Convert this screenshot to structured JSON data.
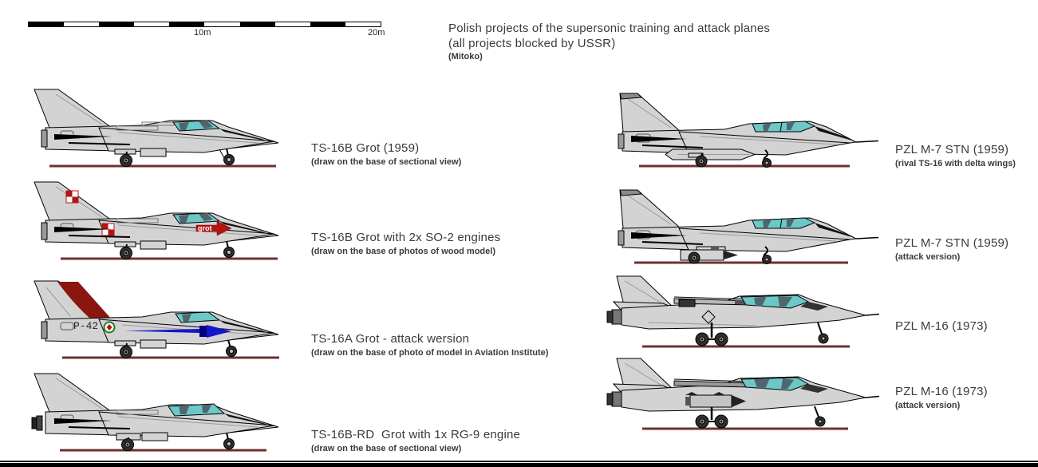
{
  "scale_bar": {
    "segments": 10,
    "label_mid": "10m",
    "label_end": "20m"
  },
  "title": {
    "line1": "Polish projects of the supersonic training and attack planes",
    "line2": "(all projects blocked by USSR)",
    "line3": "(Mitoko)"
  },
  "colors": {
    "body": "#d3d3d3",
    "outline": "#000000",
    "panel_line": "#9a9a9a",
    "canopy": "#6cc7c7",
    "canopy_frame": "#50666e",
    "ground_line": "#6f3030",
    "insignia_red": "#b51313",
    "arrow_blue": "#1515cc",
    "arrow_navy": "#000080",
    "fin_maroon": "#8b150f",
    "roundel_green": "#1f7d1f"
  },
  "planes": {
    "left": [
      {
        "label": "TS-16B Grot (1959)",
        "sublabel": "(draw on the base of sectional view)"
      },
      {
        "label": "TS-16B Grot with 2x SO-2 engines",
        "sublabel": "(draw on the base of photos of wood model)",
        "marking": "grot"
      },
      {
        "label": "TS-16A Grot - attack wersion",
        "sublabel": "(draw on the base of photo of model in Aviation Institute)",
        "marking": "P-42"
      },
      {
        "label": "TS-16B-RD  Grot with 1x RG-9 engine",
        "sublabel": "(draw on the base of sectional view)"
      }
    ],
    "right": [
      {
        "label": "PZL M-7 STN (1959)",
        "sublabel": "(rival TS-16 with delta wings)"
      },
      {
        "label": "PZL M-7 STN (1959)",
        "sublabel": "(attack version)"
      },
      {
        "label": "PZL M-16 (1973)",
        "sublabel": ""
      },
      {
        "label": "PZL M-16 (1973)",
        "sublabel": "(attack version)"
      }
    ]
  }
}
